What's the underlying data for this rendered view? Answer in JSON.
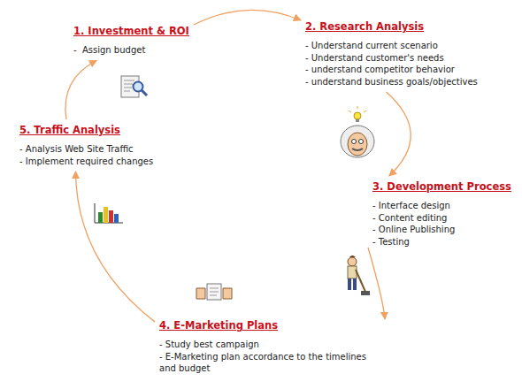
{
  "diagram": {
    "nodes": [
      {
        "text": [
          "1. Investment & ROI",
          "-  Assign budget"
        ]
      },
      {
        "text": [
          "2. Research Analysis",
          "- Understand current scenario",
          "- Understand customer's needs",
          "- understand competitor behavior",
          "- understand business goals/objectives"
        ]
      },
      {
        "text": [
          "3. Development Process",
          "- Interface design",
          "- Content editing",
          "- Online Publishing",
          "- Testing"
        ]
      },
      {
        "text": [
          "4. E-Marketing Plans",
          "- Study best campaign",
          "- E-Marketing plan accordance to the timelines and budget"
        ]
      },
      {
        "text": [
          "5. Traffic Analysis",
          "- Analysis Web Site Traffic",
          "- Implement required changes"
        ]
      }
    ],
    "edges": [
      {
        "from": 0,
        "to": 1,
        "arrow": "to"
      },
      {
        "from": 1,
        "to": 2,
        "arrow": "to"
      },
      {
        "from": 2,
        "to": 3,
        "arrow": "to"
      },
      {
        "from": 3,
        "to": 4,
        "arrow": "to"
      },
      {
        "from": 4,
        "to": 0,
        "arrow": "to"
      }
    ]
  }
}
